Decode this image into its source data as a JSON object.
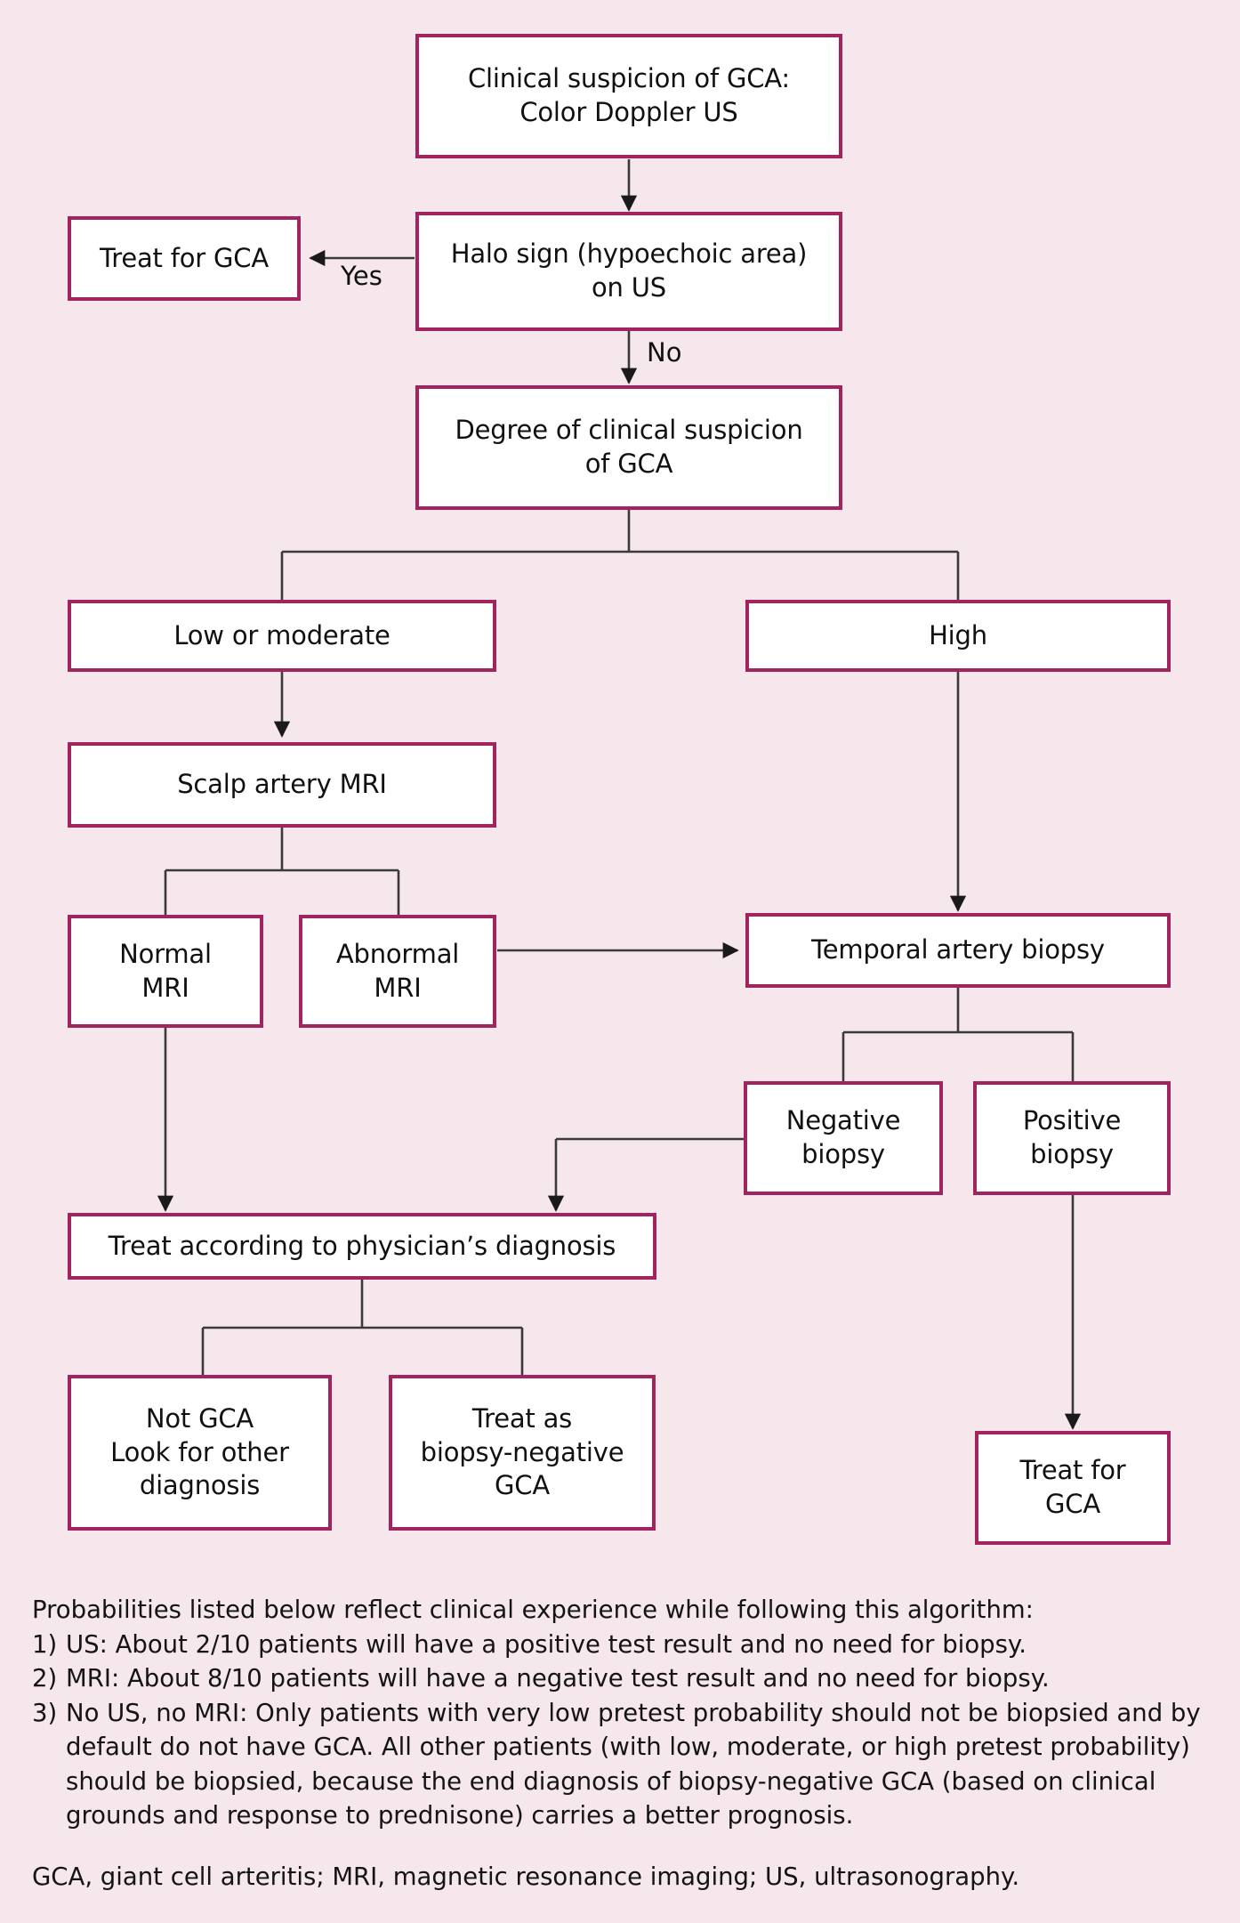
{
  "colors": {
    "background": "#f6e7ec",
    "box_border": "#a3235e",
    "box_fill": "#ffffff",
    "connector": "#333333",
    "text": "#111111"
  },
  "diagram": {
    "type": "flowchart",
    "title_implicit": "Diagnostic algorithm for giant cell arteritis",
    "nodes": [
      {
        "id": "n1",
        "label": "Clinical suspicion of GCA:\nColor Doppler US"
      },
      {
        "id": "n2",
        "label": "Treat for GCA"
      },
      {
        "id": "n3",
        "label": "Halo sign (hypoechoic area)\non US"
      },
      {
        "id": "n4",
        "label": "Degree of clinical suspicion\nof GCA"
      },
      {
        "id": "n5",
        "label": "Low or moderate"
      },
      {
        "id": "n6",
        "label": "High"
      },
      {
        "id": "n7",
        "label": "Scalp artery MRI"
      },
      {
        "id": "n8",
        "label": "Normal\nMRI"
      },
      {
        "id": "n9",
        "label": "Abnormal\nMRI"
      },
      {
        "id": "n10",
        "label": "Temporal artery biopsy"
      },
      {
        "id": "n11",
        "label": "Negative\nbiopsy"
      },
      {
        "id": "n12",
        "label": "Positive\nbiopsy"
      },
      {
        "id": "n13",
        "label": "Treat according to physician’s diagnosis"
      },
      {
        "id": "n14",
        "label": "Not GCA\nLook for other\ndiagnosis"
      },
      {
        "id": "n15",
        "label": "Treat as\nbiopsy-negative\nGCA"
      },
      {
        "id": "n16",
        "label": "Treat for\nGCA"
      }
    ],
    "edge_labels": {
      "yes": "Yes",
      "no": "No"
    }
  },
  "footnotes": {
    "intro": "Probabilities listed below reflect clinical experience while following this algorithm:",
    "items": [
      {
        "marker": "1)",
        "text": "US: About 2/10 patients will have a positive test result and no need for biopsy."
      },
      {
        "marker": "2)",
        "text": "MRI: About 8/10 patients will have a negative test result and no need for biopsy."
      },
      {
        "marker": "3)",
        "text": "No US, no MRI: Only patients with very low pretest probability should not be biopsied and by default do not have GCA. All other patients (with low, moderate, or high pretest probability) should be biopsied, because the end diagnosis of biopsy-negative GCA (based on clinical grounds and response to prednisone) carries a better prognosis."
      }
    ],
    "legend": "GCA, giant cell arteritis; MRI, magnetic resonance imaging; US, ultrasonography."
  }
}
